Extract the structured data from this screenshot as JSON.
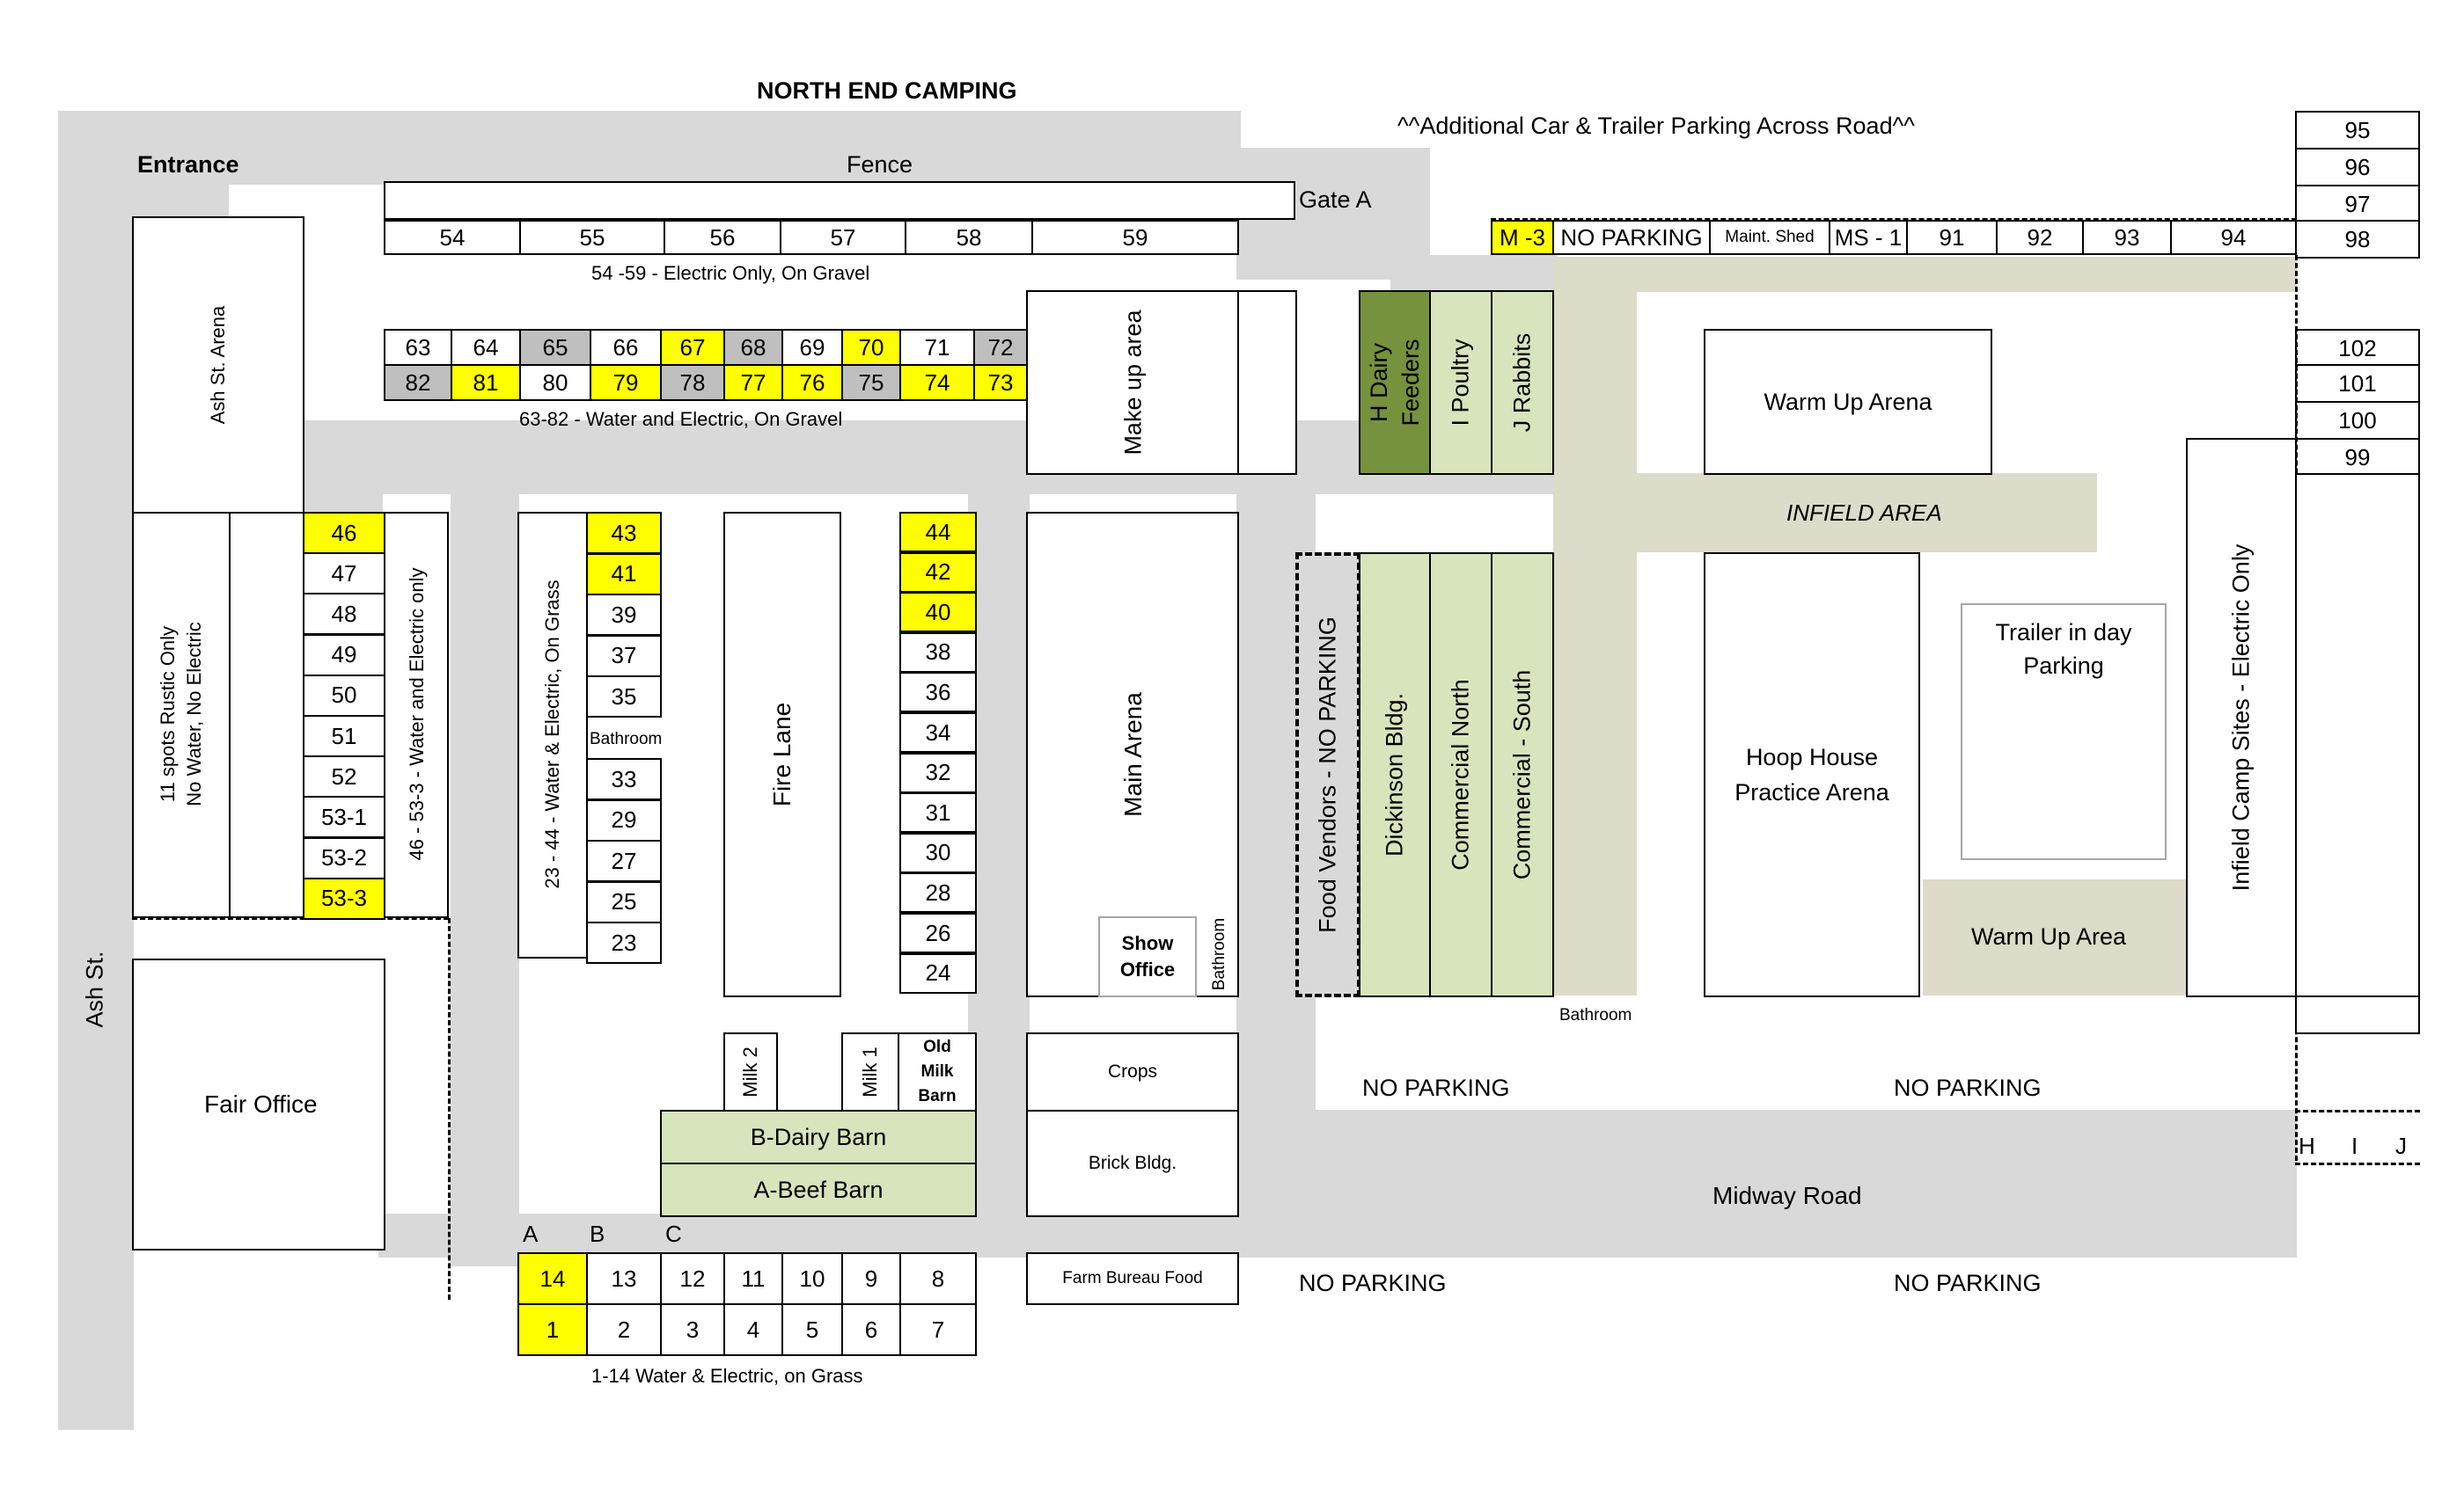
{
  "header": {
    "title": "NORTH END CAMPING",
    "top_note": "^^Additional Car & Trailer Parking Across Road^^",
    "entrance": "Entrance",
    "fence": "Fence",
    "gate": "Gate A"
  },
  "streets": {
    "ash_st": "Ash St."
  },
  "row_54_59": {
    "cells": [
      "54",
      "55",
      "56",
      "57",
      "58",
      "59"
    ],
    "caption": "54 -59 - Electric Only, On Gravel"
  },
  "row_63_72": {
    "cells": [
      {
        "n": "63",
        "c": "w"
      },
      {
        "n": "64",
        "c": "w"
      },
      {
        "n": "65",
        "c": "g"
      },
      {
        "n": "66",
        "c": "w"
      },
      {
        "n": "67",
        "c": "y"
      },
      {
        "n": "68",
        "c": "g"
      },
      {
        "n": "69",
        "c": "w"
      },
      {
        "n": "70",
        "c": "y"
      },
      {
        "n": "71",
        "c": "w"
      },
      {
        "n": "72",
        "c": "g"
      }
    ]
  },
  "row_82_73": {
    "cells": [
      {
        "n": "82",
        "c": "g"
      },
      {
        "n": "81",
        "c": "y"
      },
      {
        "n": "80",
        "c": "w"
      },
      {
        "n": "79",
        "c": "y"
      },
      {
        "n": "78",
        "c": "g"
      },
      {
        "n": "77",
        "c": "y"
      },
      {
        "n": "76",
        "c": "y"
      },
      {
        "n": "75",
        "c": "g"
      },
      {
        "n": "74",
        "c": "y"
      },
      {
        "n": "73",
        "c": "y"
      }
    ],
    "caption": "63-82 - Water and Electric, On Gravel"
  },
  "top_right_row": {
    "m3": "M -3",
    "no_parking": "NO PARKING",
    "maint_shed": "Maint. Shed",
    "ms1": "MS - 1",
    "cells": [
      "91",
      "92",
      "93",
      "94"
    ]
  },
  "right_column_top": [
    "95",
    "96",
    "97",
    "98"
  ],
  "right_column_mid": [
    "102",
    "101",
    "100",
    "99"
  ],
  "column_46": {
    "cells": [
      {
        "n": "46",
        "c": "y"
      },
      {
        "n": "47",
        "c": "w"
      },
      {
        "n": "48",
        "c": "w"
      },
      {
        "n": "49",
        "c": "w"
      },
      {
        "n": "50",
        "c": "w"
      },
      {
        "n": "51",
        "c": "w"
      },
      {
        "n": "52",
        "c": "w"
      },
      {
        "n": "53-1",
        "c": "w"
      },
      {
        "n": "53-2",
        "c": "w"
      },
      {
        "n": "53-3",
        "c": "y"
      }
    ],
    "caption": "46 - 53-3 - Water and Electric only"
  },
  "column_43": {
    "top": [
      {
        "n": "43",
        "c": "y"
      },
      {
        "n": "41",
        "c": "y"
      },
      {
        "n": "39",
        "c": "w"
      },
      {
        "n": "37",
        "c": "w"
      },
      {
        "n": "35",
        "c": "w"
      }
    ],
    "bathroom": "Bathroom",
    "bottom": [
      {
        "n": "33",
        "c": "w"
      },
      {
        "n": "29",
        "c": "w"
      },
      {
        "n": "27",
        "c": "w"
      },
      {
        "n": "25",
        "c": "w"
      },
      {
        "n": "23",
        "c": "w"
      }
    ],
    "caption": "23 - 44 - Water & Electric, On Grass"
  },
  "column_44": {
    "cells": [
      {
        "n": "44",
        "c": "y"
      },
      {
        "n": "42",
        "c": "y"
      },
      {
        "n": "40",
        "c": "y"
      },
      {
        "n": "38",
        "c": "w"
      },
      {
        "n": "36",
        "c": "w"
      },
      {
        "n": "34",
        "c": "w"
      },
      {
        "n": "32",
        "c": "w"
      },
      {
        "n": "31",
        "c": "w"
      },
      {
        "n": "30",
        "c": "w"
      },
      {
        "n": "28",
        "c": "w"
      },
      {
        "n": "26",
        "c": "w"
      },
      {
        "n": "24",
        "c": "w"
      }
    ]
  },
  "rustic": {
    "line1": "11 spots Rustic Only",
    "line2": "No Water, No Electric"
  },
  "buildings": {
    "ash_arena": "Ash St. Arena",
    "fair_office": "Fair Office",
    "fire_lane": "Fire Lane",
    "main_arena": "Main Arena",
    "show_office": "Show Office",
    "bathroom": "Bathroom",
    "make_up": "Make up area",
    "milk2": "Milk 2",
    "milk1": "Milk 1",
    "old_milk_barn": "Old Milk Barn",
    "b_dairy": "B-Dairy Barn",
    "a_beef": "A-Beef Barn",
    "crops": "Crops",
    "brick": "Brick Bldg.",
    "farm_bureau": "Farm Bureau Food",
    "h_dairy": "H Dairy Feeders",
    "i_poultry": "I Poultry",
    "j_rabbits": "J Rabbits",
    "food_vendors": "Food Vendors - NO PARKING",
    "dickinson": "Dickinson Bldg.",
    "comm_north": "Commercial North",
    "comm_south": "Commercial - South",
    "warm_up_arena": "Warm Up Arena",
    "infield": "INFIELD AREA",
    "hoop": "Hoop House Practice Arena",
    "trailer": "Trailer in day Parking",
    "warm_up_area": "Warm Up Area",
    "infield_camp": "Infield Camp Sites - Electric Only",
    "bathroom2": "Bathroom"
  },
  "labels": {
    "midway": "Midway Road",
    "no_parking": "NO PARKING",
    "abc": [
      "A",
      "B",
      "C"
    ],
    "hij": [
      "H",
      "I",
      "J"
    ]
  },
  "row_14_8": {
    "cells": [
      {
        "n": "14",
        "c": "y"
      },
      {
        "n": "13",
        "c": "w"
      },
      {
        "n": "12",
        "c": "w"
      },
      {
        "n": "11",
        "c": "w"
      },
      {
        "n": "10",
        "c": "w"
      },
      {
        "n": "9",
        "c": "w"
      },
      {
        "n": "8",
        "c": "w"
      }
    ]
  },
  "row_1_7": {
    "cells": [
      {
        "n": "1",
        "c": "y"
      },
      {
        "n": "2",
        "c": "w"
      },
      {
        "n": "3",
        "c": "w"
      },
      {
        "n": "4",
        "c": "w"
      },
      {
        "n": "5",
        "c": "w"
      },
      {
        "n": "6",
        "c": "w"
      },
      {
        "n": "7",
        "c": "w"
      }
    ],
    "caption": "1-14 Water & Electric, on Grass"
  }
}
